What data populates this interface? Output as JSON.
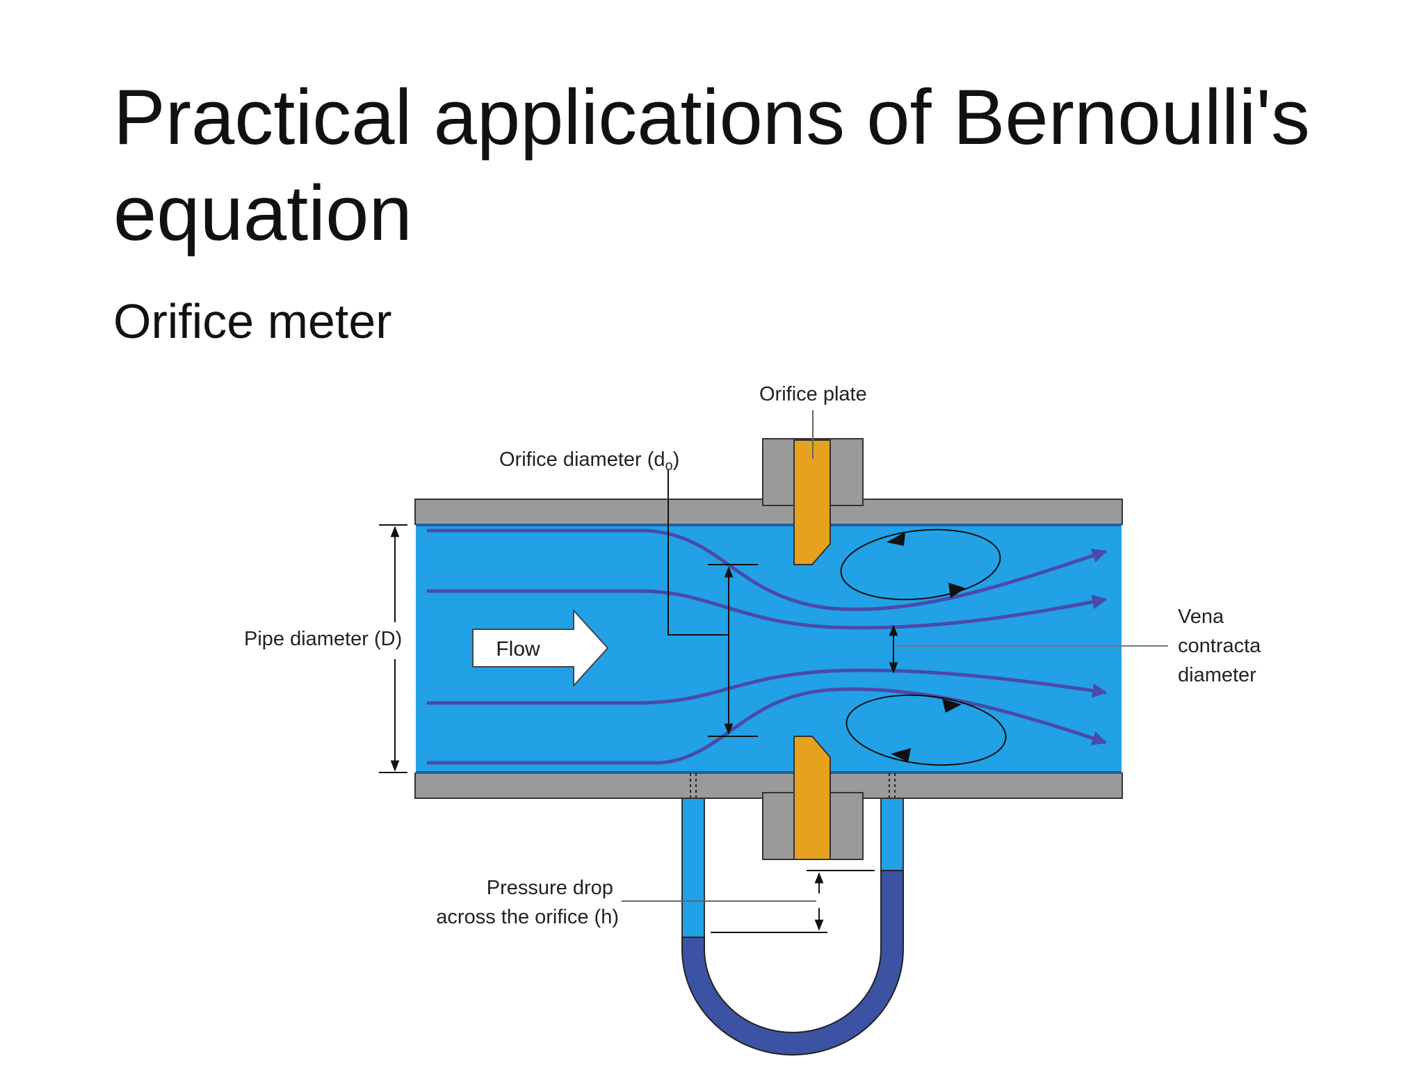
{
  "slide": {
    "title": "Practical applications of Bernoulli's equation",
    "subtitle": "Orifice meter"
  },
  "diagram": {
    "labels": {
      "orifice_plate": "Orifice plate",
      "orifice_diameter": "Orifice diameter (d",
      "orifice_diameter_sub": "o",
      "orifice_diameter_close": ")",
      "pipe_diameter": "Pipe diameter (D)",
      "flow": "Flow",
      "vena_line1": "Vena",
      "vena_line2": "contracta",
      "vena_line3": "diameter",
      "pressure_line1": "Pressure drop",
      "pressure_line2": "across the orifice (h)"
    },
    "colors": {
      "water": "#22a1e6",
      "wall": "#9a9a9a",
      "plate": "#e6a11e",
      "streamline": "#4a4aa8",
      "manometer_fluid": "#3b53a2"
    }
  }
}
